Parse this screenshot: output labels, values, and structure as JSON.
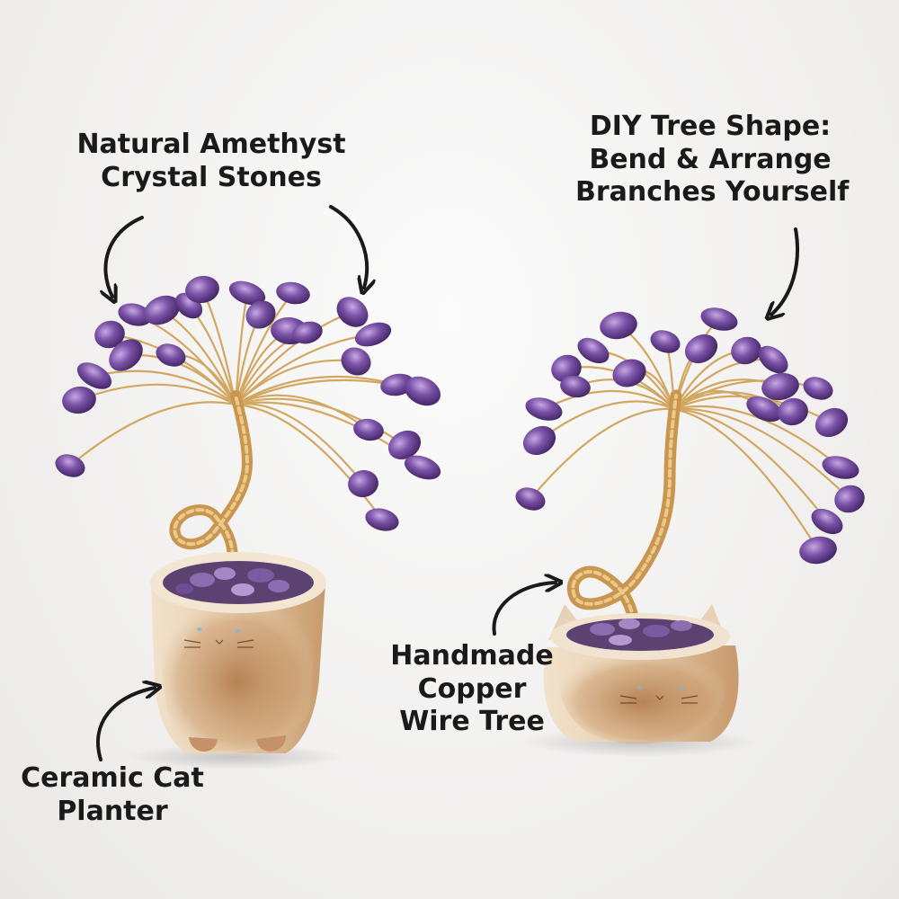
{
  "callouts": {
    "amethyst": {
      "line1": "Natural Amethyst",
      "line2": "Crystal Stones"
    },
    "diy": {
      "line1": "DIY Tree Shape:",
      "line2": "Bend & Arrange",
      "line3": "Branches Yourself"
    },
    "copper": {
      "line1": "Handmade",
      "line2": "Copper",
      "line3": "Wire Tree"
    },
    "cat": {
      "line1": "Ceramic Cat",
      "line2": "Planter"
    }
  },
  "colors": {
    "background": "#f2f1f0",
    "amethyst": "#6e4a96",
    "wire": "#d2a760",
    "ceramic": "#e6d0b4",
    "text": "#1a1a1a"
  },
  "icons": [
    "curved-arrow-icon",
    "cat-face-icon"
  ]
}
